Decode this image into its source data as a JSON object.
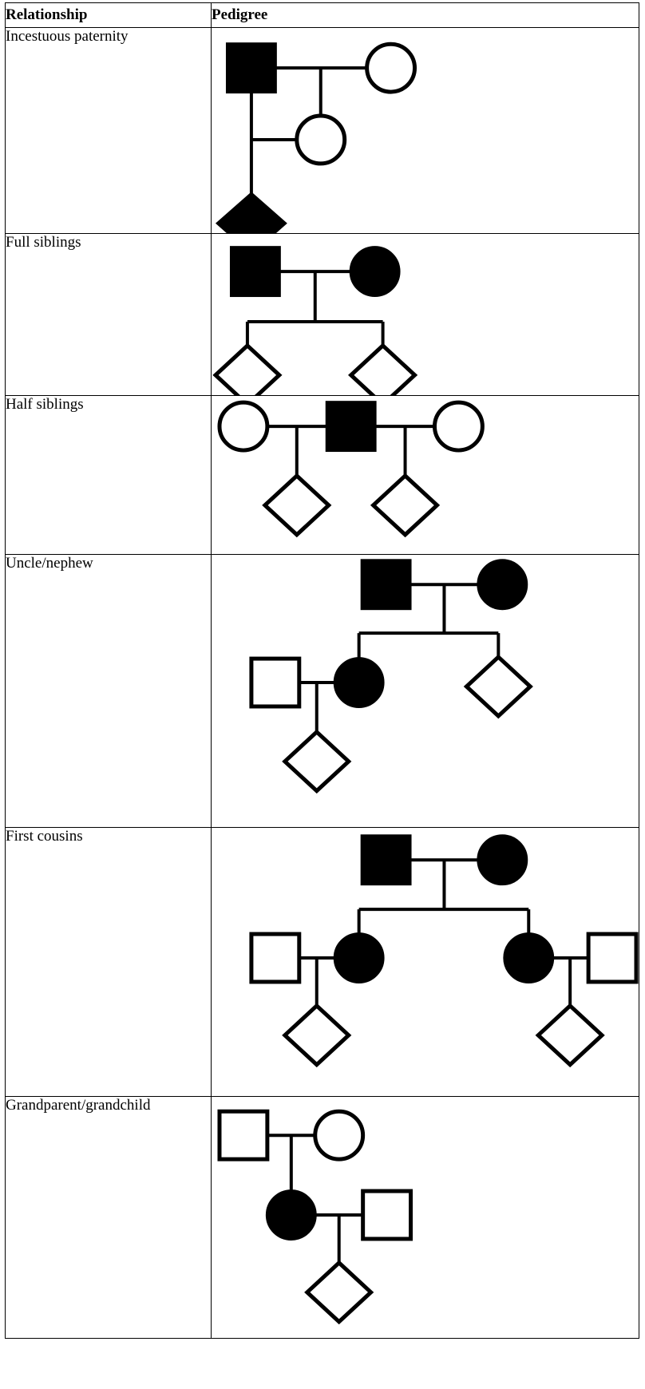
{
  "table": {
    "headers": {
      "relationship": "Relationship",
      "pedigree": "Pedigree"
    },
    "rows": [
      {
        "id": "incestuous-paternity",
        "relationship": "Incestuous paternity",
        "pedigree_description": "Affected male (filled square) mated with unaffected female (open circle); their daughter (open circle) mated back with the same affected male producing an affected child of unknown sex (filled diamond).",
        "symbols": [
          {
            "shape": "square",
            "fill": "filled",
            "role": "father"
          },
          {
            "shape": "circle",
            "fill": "open",
            "role": "mother"
          },
          {
            "shape": "circle",
            "fill": "open",
            "role": "daughter"
          },
          {
            "shape": "diamond",
            "fill": "filled",
            "role": "child"
          }
        ]
      },
      {
        "id": "full-siblings",
        "relationship": "Full siblings",
        "pedigree_description": "Affected male (filled square) and affected female (filled circle) couple with two children of unknown sex (open diamonds) joined by a sibship line.",
        "symbols": [
          {
            "shape": "square",
            "fill": "filled",
            "role": "father"
          },
          {
            "shape": "circle",
            "fill": "filled",
            "role": "mother"
          },
          {
            "shape": "diamond",
            "fill": "open",
            "role": "sibling-1"
          },
          {
            "shape": "diamond",
            "fill": "open",
            "role": "sibling-2"
          }
        ]
      },
      {
        "id": "half-siblings",
        "relationship": "Half siblings",
        "pedigree_description": "One affected male (filled square) with two different unaffected female partners (open circles); one child of unknown sex (open diamond) from each mating.",
        "symbols": [
          {
            "shape": "circle",
            "fill": "open",
            "role": "mother-1"
          },
          {
            "shape": "square",
            "fill": "filled",
            "role": "shared-father"
          },
          {
            "shape": "circle",
            "fill": "open",
            "role": "mother-2"
          },
          {
            "shape": "diamond",
            "fill": "open",
            "role": "half-sibling-1"
          },
          {
            "shape": "diamond",
            "fill": "open",
            "role": "half-sibling-2"
          }
        ]
      },
      {
        "id": "uncle-nephew",
        "relationship": "Uncle/nephew",
        "pedigree_description": "Affected male (filled square) and affected female (filled circle) have two children: an affected daughter (filled circle) and a child of unknown sex (open diamond). The daughter mates with an unaffected male (open square) producing a child of unknown sex (open diamond).",
        "symbols": [
          {
            "shape": "square",
            "fill": "filled",
            "role": "grandfather"
          },
          {
            "shape": "circle",
            "fill": "filled",
            "role": "grandmother"
          },
          {
            "shape": "circle",
            "fill": "filled",
            "role": "daughter"
          },
          {
            "shape": "diamond",
            "fill": "open",
            "role": "uncle"
          },
          {
            "shape": "square",
            "fill": "open",
            "role": "daughter-partner"
          },
          {
            "shape": "diamond",
            "fill": "open",
            "role": "nephew"
          }
        ]
      },
      {
        "id": "first-cousins",
        "relationship": "First cousins",
        "pedigree_description": "Affected male (filled square) and affected female (filled circle) have two affected daughters (filled circles). Each daughter mates with an unaffected male (open square) producing one child of unknown sex (open diamond); the two children are first cousins.",
        "symbols": [
          {
            "shape": "square",
            "fill": "filled",
            "role": "grandfather"
          },
          {
            "shape": "circle",
            "fill": "filled",
            "role": "grandmother"
          },
          {
            "shape": "circle",
            "fill": "filled",
            "role": "daughter-1"
          },
          {
            "shape": "circle",
            "fill": "filled",
            "role": "daughter-2"
          },
          {
            "shape": "square",
            "fill": "open",
            "role": "daughter-1-partner"
          },
          {
            "shape": "square",
            "fill": "open",
            "role": "daughter-2-partner"
          },
          {
            "shape": "diamond",
            "fill": "open",
            "role": "cousin-1"
          },
          {
            "shape": "diamond",
            "fill": "open",
            "role": "cousin-2"
          }
        ]
      },
      {
        "id": "grandparent-grandchild",
        "relationship": "Grandparent/grandchild",
        "pedigree_description": "Unaffected male (open square) and unaffected female (open circle) have an affected daughter (filled circle), who mates with an unaffected male (open square) producing a child of unknown sex (open diamond).",
        "symbols": [
          {
            "shape": "square",
            "fill": "open",
            "role": "grandfather"
          },
          {
            "shape": "circle",
            "fill": "open",
            "role": "grandmother"
          },
          {
            "shape": "circle",
            "fill": "filled",
            "role": "daughter"
          },
          {
            "shape": "square",
            "fill": "open",
            "role": "daughter-partner"
          },
          {
            "shape": "diamond",
            "fill": "open",
            "role": "grandchild"
          }
        ]
      }
    ]
  },
  "style": {
    "line_color": "#000000",
    "fill_affected": "#000000",
    "fill_unaffected": "#ffffff",
    "background": "#ffffff"
  }
}
